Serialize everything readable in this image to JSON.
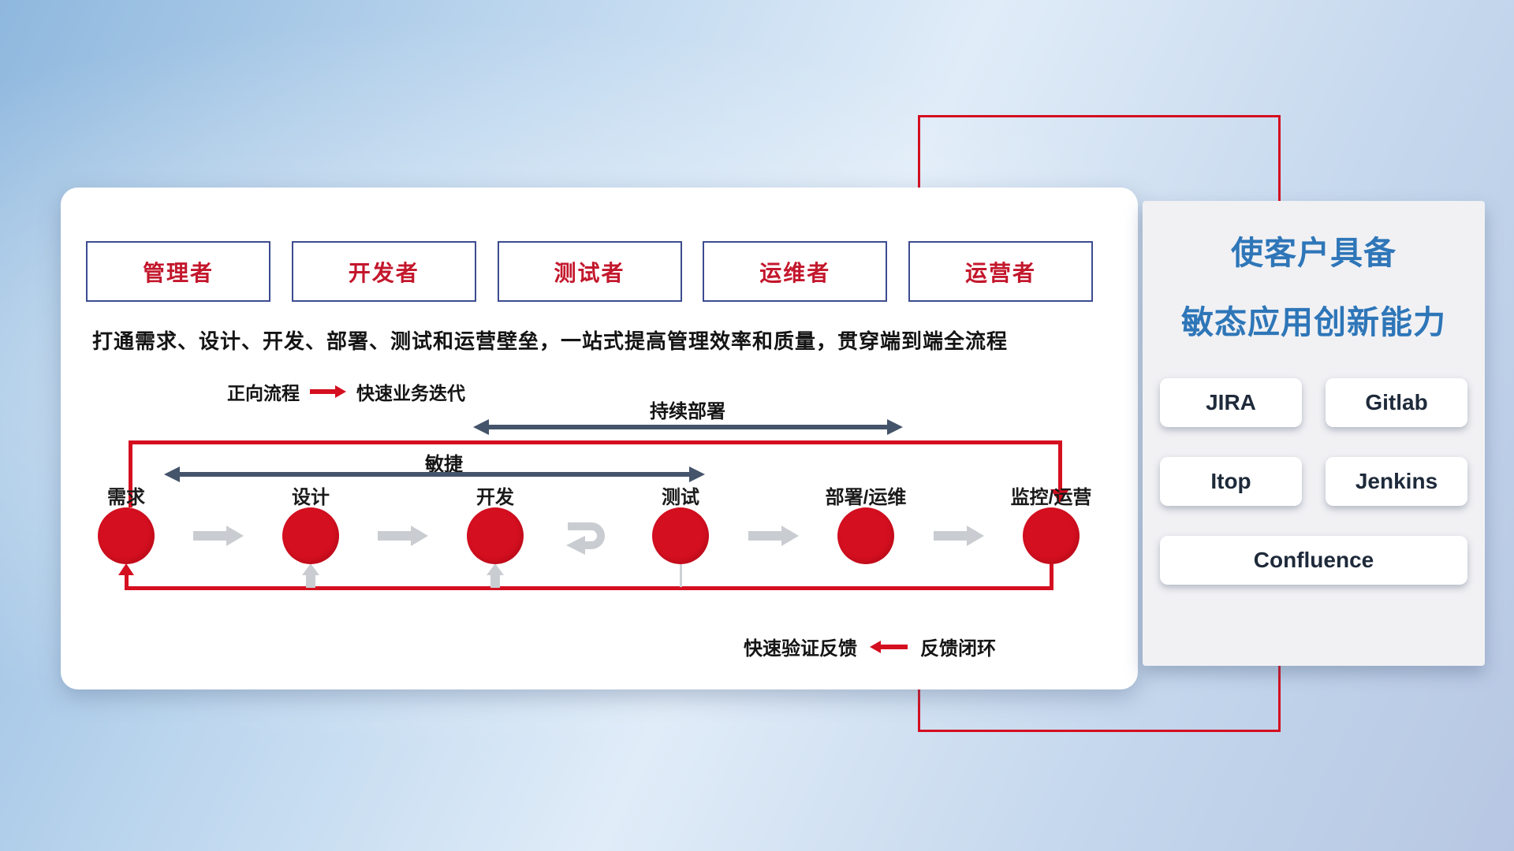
{
  "panel": {
    "roles": [
      "管理者",
      "开发者",
      "测试者",
      "运维者",
      "运营者"
    ],
    "description": "打通需求、设计、开发、部署、测试和运营壁垒，一站式提高管理效率和质量，贯穿端到端全流程",
    "forward_legend": {
      "label": "正向流程",
      "value": "快速业务迭代"
    },
    "feedback_legend": {
      "value": "快速验证反馈",
      "label": "反馈闭环"
    },
    "spans": {
      "continuous_deployment": "持续部署",
      "agile": "敏捷"
    },
    "stages": [
      "需求",
      "设计",
      "开发",
      "测试",
      "部署/运维",
      "监控/运营"
    ]
  },
  "side_panel": {
    "title_line1": "使客户具备",
    "title_line2": "敏态应用创新能力",
    "tools": [
      "JIRA",
      "Gitlab",
      "Itop",
      "Jenkins",
      "Confluence"
    ]
  },
  "colors": {
    "accent_red": "#d40f20",
    "role_text_red": "#c3172c",
    "role_border_navy": "#3c4c90",
    "title_blue": "#2e76b8",
    "arrow_slate": "#44546a",
    "arrow_gray": "#c9cdd2"
  }
}
